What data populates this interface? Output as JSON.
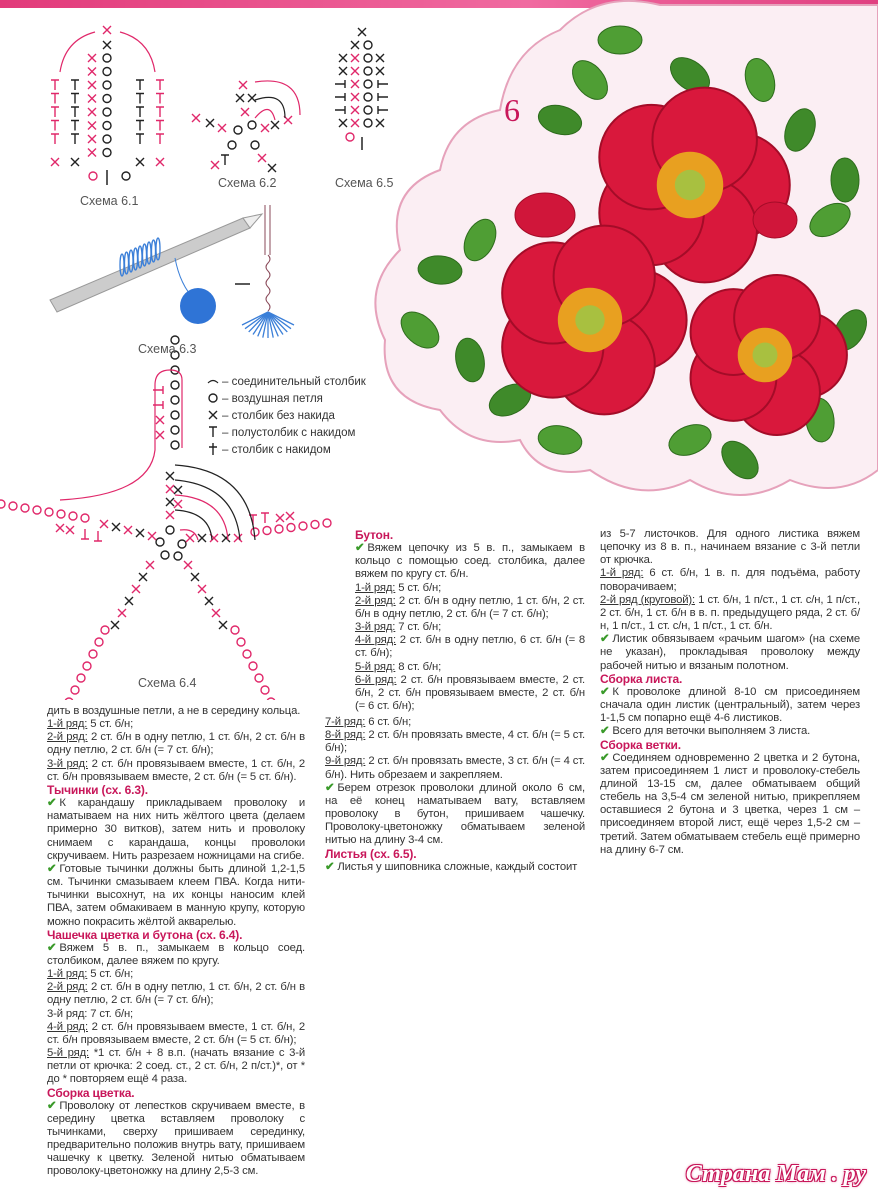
{
  "page_number": "6",
  "watermark": "Страна Мам . ру",
  "colors": {
    "accent": "#c8175a",
    "check": "#3a9a2a",
    "chart_pink": "#e0286a"
  },
  "captions": {
    "s61": "Схема 6.1",
    "s62": "Схема 6.2",
    "s63": "Схема 6.3",
    "s64": "Схема 6.4",
    "s65": "Схема 6.5"
  },
  "legend": [
    {
      "icon": "slip-stitch-arc",
      "text": "– соединительный столбик"
    },
    {
      "icon": "chain-circle",
      "text": "– воздушная петля"
    },
    {
      "icon": "single-crochet-cross",
      "text": "– столбик без накида"
    },
    {
      "icon": "half-double-t",
      "text": "– полустолбик с накидом"
    },
    {
      "icon": "double-crochet-cross-t",
      "text": "– столбик с накидом"
    }
  ],
  "col1": [
    {
      "t": "p",
      "text": "дить в воздушные петли, а не в середину кольца."
    },
    {
      "t": "row",
      "label": "1-й ряд:",
      "text": " 5 ст. б/н;"
    },
    {
      "t": "row",
      "label": "2-й ряд:",
      "text": " 2 ст. б/н в одну петлю, 1 ст. б/н, 2 ст. б/н в одну петлю, 2 ст. б/н (= 7 ст. б/н);"
    },
    {
      "t": "row",
      "label": "3-й ряд:",
      "text": " 2 ст. б/н провязываем вместе, 1 ст. б/н, 2 ст. б/н провязываем вместе, 2 ст. б/н (= 5 ст. б/н)."
    },
    {
      "t": "h",
      "text": "Тычинки (сх. 6.3)."
    },
    {
      "t": "check",
      "text": "К карандашу прикладываем проволоку и наматываем на них нить жёлтого цвета (делаем примерно 30 витков), затем нить и проволоку снимаем с карандаша, концы проволоки скручиваем. Нить разрезаем ножницами на сгибе."
    },
    {
      "t": "check",
      "text": "Готовые тычинки должны быть длиной 1,2-1,5 см. Тычинки смазываем клеем ПВА. Когда нити-тычинки высохнут, на их концы наносим клей ПВА, затем обмакиваем в манную крупу, которую можно покрасить жёлтой акварелью."
    },
    {
      "t": "h",
      "text": "Чашечка цветка и бутона (сх. 6.4)."
    },
    {
      "t": "check",
      "text": "Вяжем 5 в. п., замыкаем в кольцо соед. столбиком, далее вяжем по кругу."
    },
    {
      "t": "row",
      "label": "1-й ряд:",
      "text": " 5 ст. б/н;"
    },
    {
      "t": "row",
      "label": "2-й ряд:",
      "text": " 2 ст. б/н в одну петлю, 1 ст. б/н, 2 ст. б/н в одну петлю, 2 ст. б/н (= 7 ст. б/н);"
    },
    {
      "t": "p",
      "text": "3-й ряд: 7 ст. б/н;"
    },
    {
      "t": "row",
      "label": "4-й ряд:",
      "text": " 2 ст. б/н провязываем вместе, 1 ст. б/н, 2 ст. б/н провязываем вместе, 2 ст. б/н (= 5 ст. б/н);"
    },
    {
      "t": "row",
      "label": "5-й ряд:",
      "text": " *1 ст. б/н + 8 в.п. (начать вязание с 3-й петли от крючка: 2 соед. ст., 2 ст. б/н, 2 п/ст.)*, от * до * повторяем ещё 4 раза."
    },
    {
      "t": "h",
      "text": "Сборка цветка."
    },
    {
      "t": "check",
      "text": "Проволоку от лепестков скручиваем вместе, в середину цветка вставляем проволоку с тычинками, сверху пришиваем серединку, предварительно положив внутрь вату, пришиваем чашечку к цветку. Зеленой нитью обматываем проволоку-цветоножку на длину 2,5-3 см."
    }
  ],
  "col2a": [
    {
      "t": "h",
      "text": "Бутон."
    },
    {
      "t": "check",
      "text": "Вяжем цепочку из 5 в. п., замыкаем в кольцо с помощью соед. столбика, далее вяжем по кругу ст. б/н."
    },
    {
      "t": "row",
      "label": "1-й ряд:",
      "text": " 5 ст. б/н;"
    },
    {
      "t": "row",
      "label": "2-й ряд:",
      "text": " 2 ст. б/н в одну петлю, 1 ст. б/н, 2 ст. б/н в одну петлю, 2 ст. б/н (= 7 ст. б/н);"
    },
    {
      "t": "row",
      "label": "3-й ряд:",
      "text": " 7 ст. б/н;"
    },
    {
      "t": "row",
      "label": "4-й ряд:",
      "text": " 2 ст. б/н в одну петлю, 6 ст. б/н (= 8 ст. б/н);"
    },
    {
      "t": "row",
      "label": "5-й ряд:",
      "text": " 8 ст. б/н;"
    },
    {
      "t": "row",
      "label": "6-й ряд:",
      "text": " 2 ст. б/н провязываем вместе, 2 ст. б/н, 2 ст. б/н провязываем вместе, 2 ст. б/н (= 6 ст. б/н);"
    }
  ],
  "col2b": [
    {
      "t": "row",
      "label": "7-й ряд:",
      "text": " 6 ст. б/н;"
    },
    {
      "t": "row",
      "label": "8-й ряд:",
      "text": " 2 ст. б/н провязать вместе, 4 ст. б/н (= 5 ст. б/н);"
    },
    {
      "t": "row",
      "label": "9-й ряд:",
      "text": " 2 ст. б/н провязать вместе, 3 ст. б/н (= 4 ст. б/н). Нить обрезаем и закрепляем."
    },
    {
      "t": "check",
      "text": "Берем отрезок проволоки длиной около 6 см, на её конец наматываем вату, вставляем проволоку в бутон, пришиваем чашечку. Проволоку-цветоножку обматываем зеленой нитью на длину 3-4 см."
    },
    {
      "t": "h",
      "text": "Листья (сх. 6.5)."
    },
    {
      "t": "check",
      "text": "Листья у шиповника сложные, каждый состоит"
    }
  ],
  "col3": [
    {
      "t": "p",
      "text": "из 5-7 листочков. Для одного листика вяжем цепочку из 8 в. п., начинаем вязание с 3-й петли от крючка."
    },
    {
      "t": "row",
      "label": "1-й ряд:",
      "text": " 6 ст. б/н, 1 в. п. для подъёма, работу поворачиваем;"
    },
    {
      "t": "row",
      "label": "2-й ряд (круговой):",
      "text": " 1 ст. б/н, 1 п/ст., 1 ст. с/н, 1 п/ст., 2 ст. б/н, 1 ст. б/н в в. п. предыдущего ряда, 2 ст. б/н, 1 п/ст., 1 ст. с/н, 1 п/ст., 1 ст. б/н."
    },
    {
      "t": "check",
      "text": "Листик обвязываем «рачьим шагом» (на схеме не указан), прокладывая проволоку между рабочей нитью и вязаным полотном."
    },
    {
      "t": "h",
      "text": "Сборка листа."
    },
    {
      "t": "check",
      "text": "К проволоке длиной 8-10 см присоединяем сначала один листик (центральный), затем через 1-1,5 см попарно ещё 4-6 листиков."
    },
    {
      "t": "check",
      "text": "Всего для веточки выполняем 3 листа."
    },
    {
      "t": "h",
      "text": "Сборка ветки."
    },
    {
      "t": "check",
      "text": "Соединяем одновременно 2 цветка и 2 бутона, затем присоединяем 1 лист и проволоку-стебель длиной 13-15 см, далее обматываем общий стебель на 3,5-4 см зеленой нитью, прикрепляем оставшиеся 2 бутона и 3 цветка, через 1 см – присоединяем второй лист, ещё через 1,5-2 см – третий. Затем обматываем стебель ещё примерно на длину 6-7 см."
    }
  ]
}
